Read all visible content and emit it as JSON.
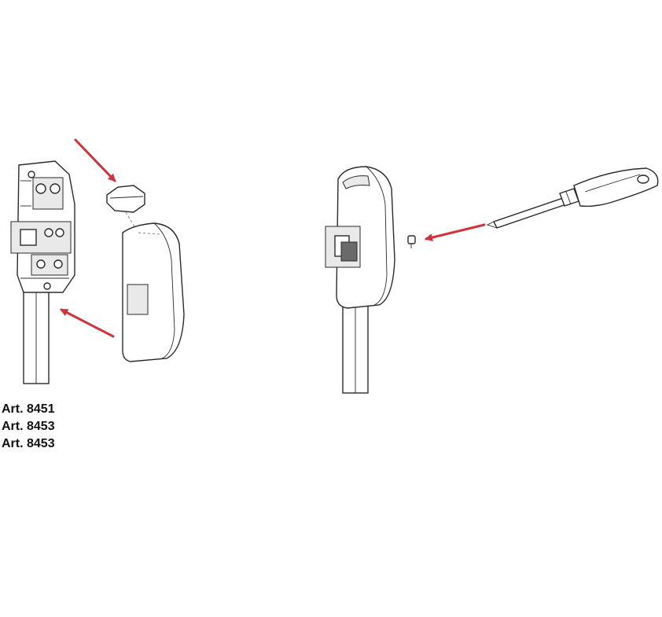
{
  "labels": {
    "art_1": "Art. 8451",
    "art_2": "Art. 8453",
    "art_3": "Art. 8453"
  },
  "colors": {
    "arrow": "#d0343a",
    "outline": "#2a2a2a",
    "background": "#ffffff"
  }
}
